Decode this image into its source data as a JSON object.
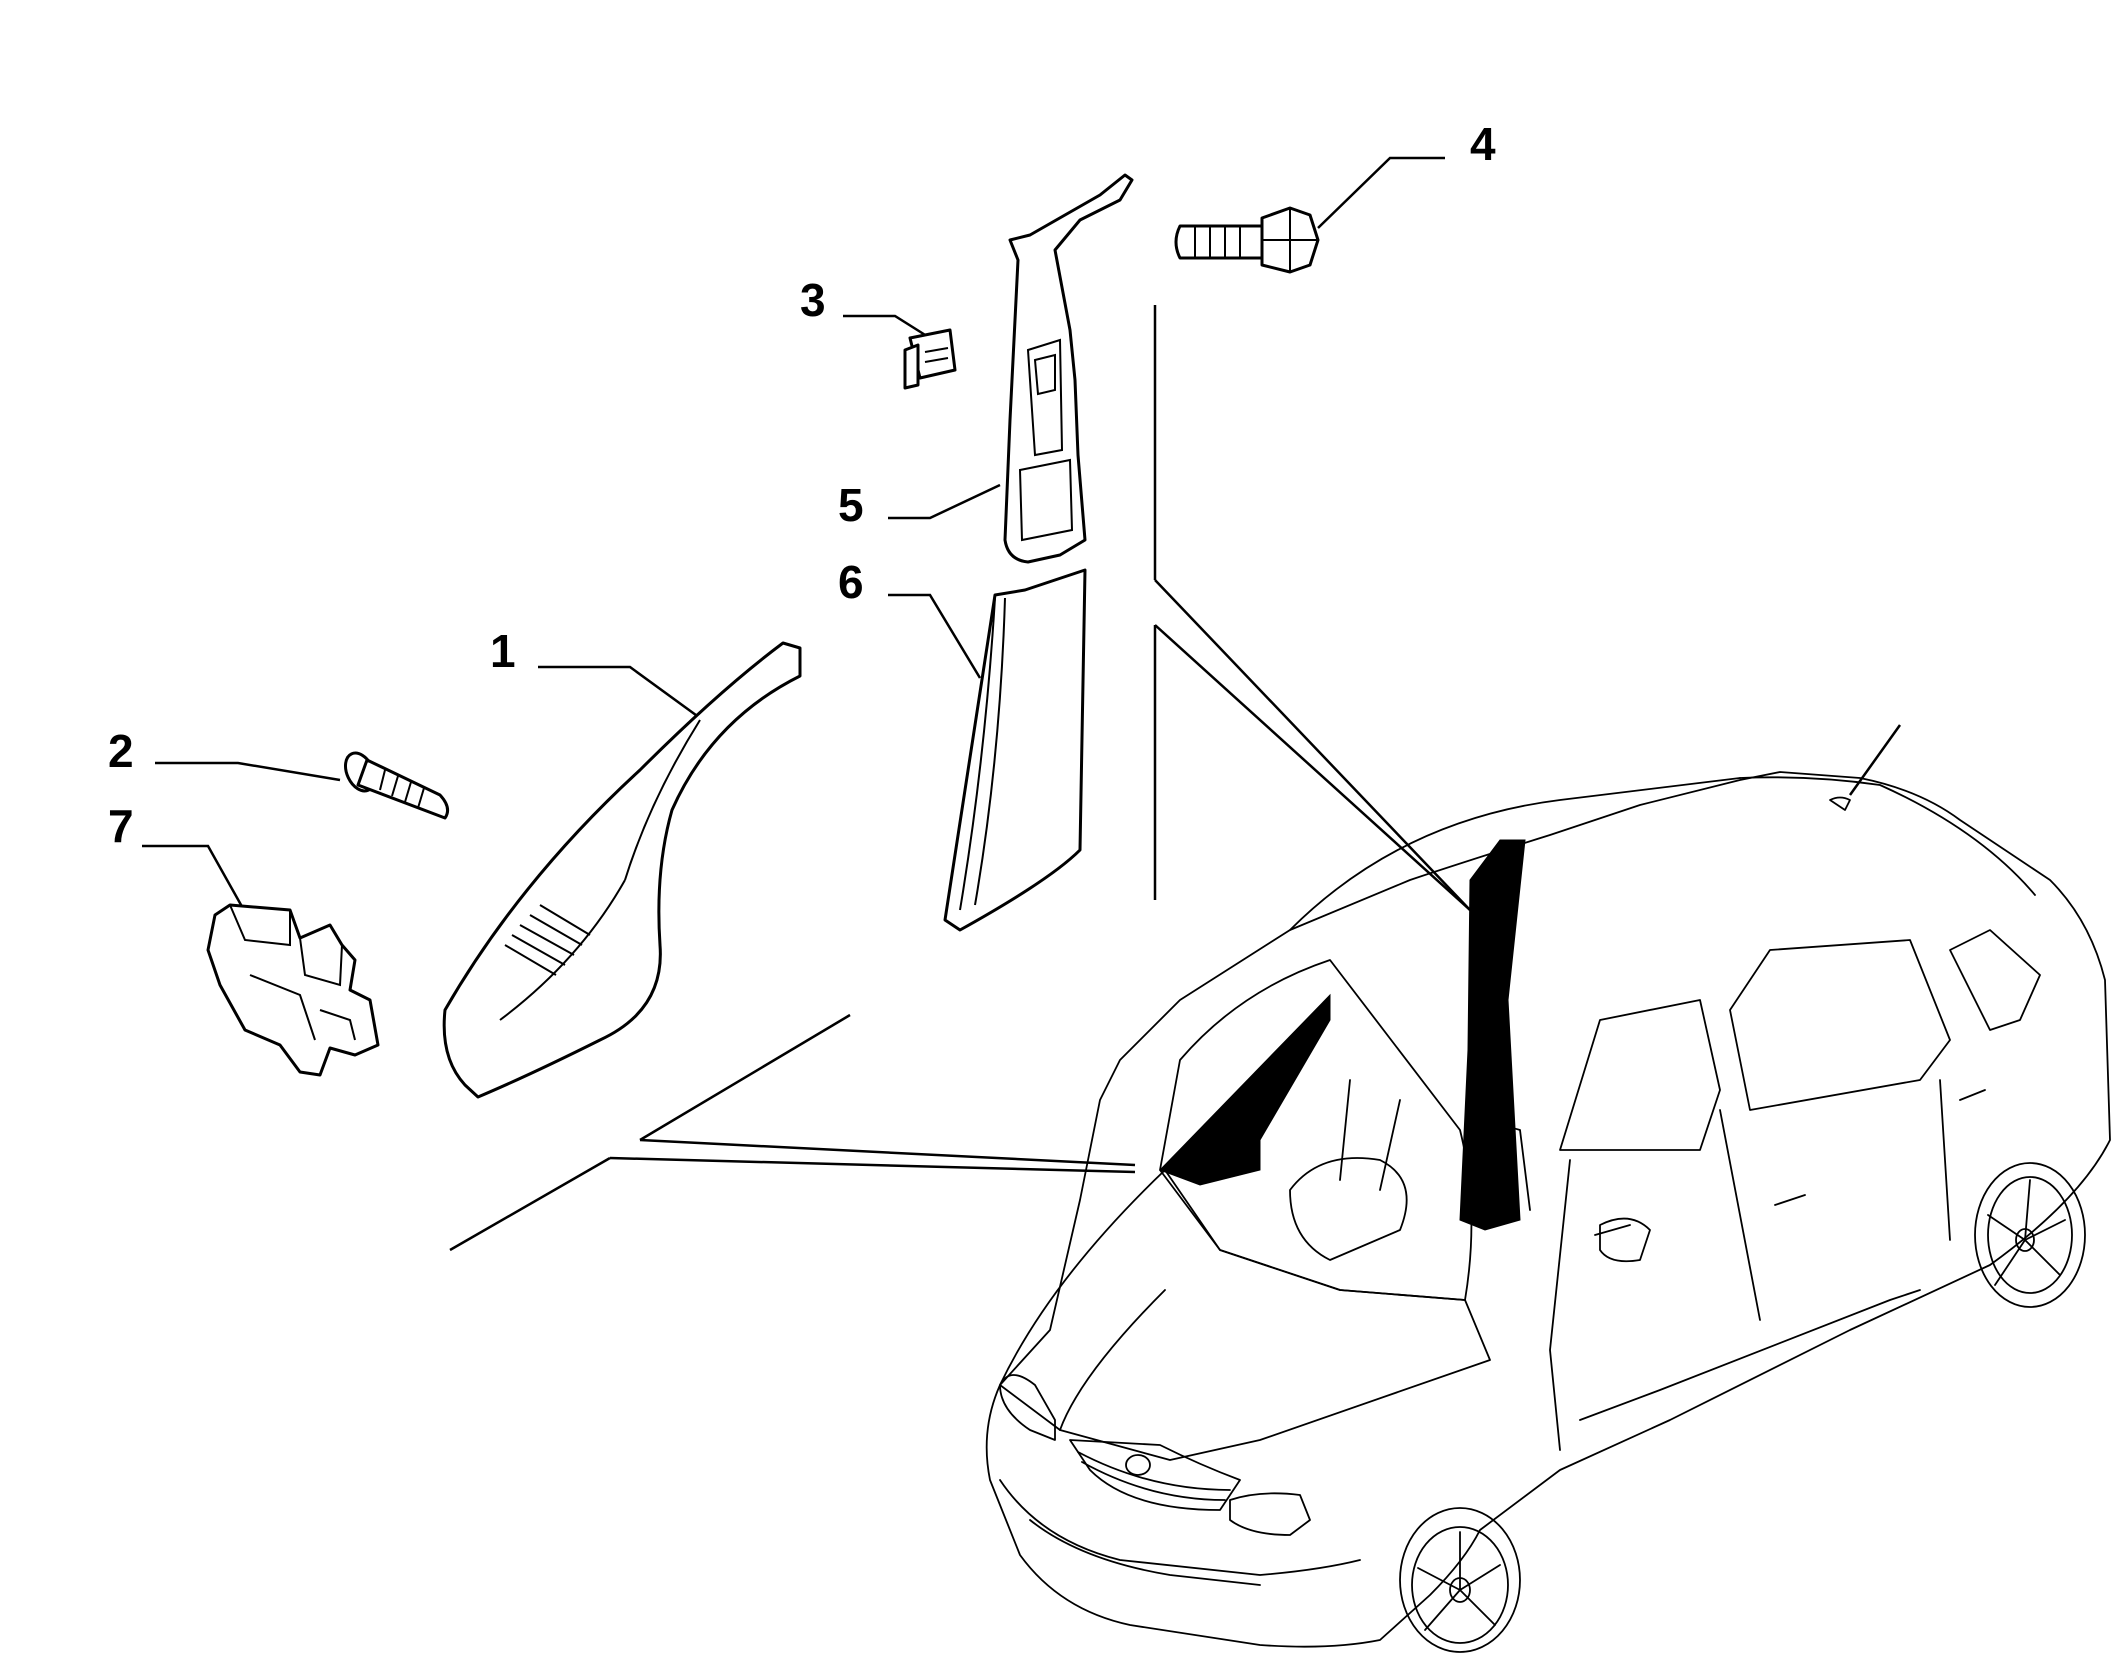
{
  "diagram": {
    "callouts": [
      {
        "id": "1",
        "label": "1"
      },
      {
        "id": "2",
        "label": "2"
      },
      {
        "id": "3",
        "label": "3"
      },
      {
        "id": "4",
        "label": "4"
      },
      {
        "id": "5",
        "label": "5"
      },
      {
        "id": "6",
        "label": "6"
      },
      {
        "id": "7",
        "label": "7"
      }
    ],
    "colors": {
      "line": "#000000",
      "background": "#ffffff",
      "highlight": "#000000"
    }
  }
}
